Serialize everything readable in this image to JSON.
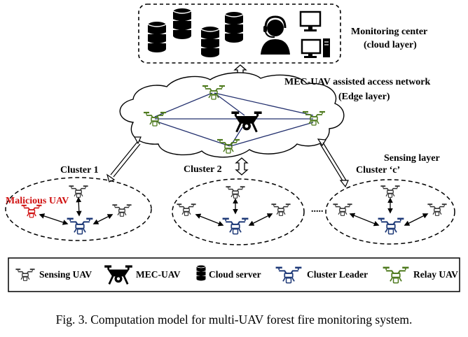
{
  "labels": {
    "monitoring_center_line1": "Monitoring center",
    "monitoring_center_line2": "(cloud layer)",
    "edge_line1": "MEC-UAV assisted access network",
    "edge_line2": "(Edge layer)",
    "sensing_layer": "Sensing layer",
    "cluster_1": "Cluster 1",
    "cluster_2": "Cluster 2",
    "cluster_c": "Cluster ‘c’",
    "malicious_uav": "Malicious UAV",
    "ellipsis": "....."
  },
  "legend": {
    "sensing_uav": "Sensing UAV",
    "mec_uav": "MEC-UAV",
    "cloud_server": "Cloud server",
    "cluster_leader": "Cluster Leader",
    "relay_uav": "Relay UAV"
  },
  "caption": "Fig. 3.   Computation model for multi-UAV forest fire monitoring system.",
  "colors": {
    "sensing_uav": "#333333",
    "malicious_uav": "#d01010",
    "cluster_leader": "#1f3a78",
    "relay_uav": "#4e7a1e",
    "mec_uav": "#000000",
    "links": "#23306e"
  }
}
